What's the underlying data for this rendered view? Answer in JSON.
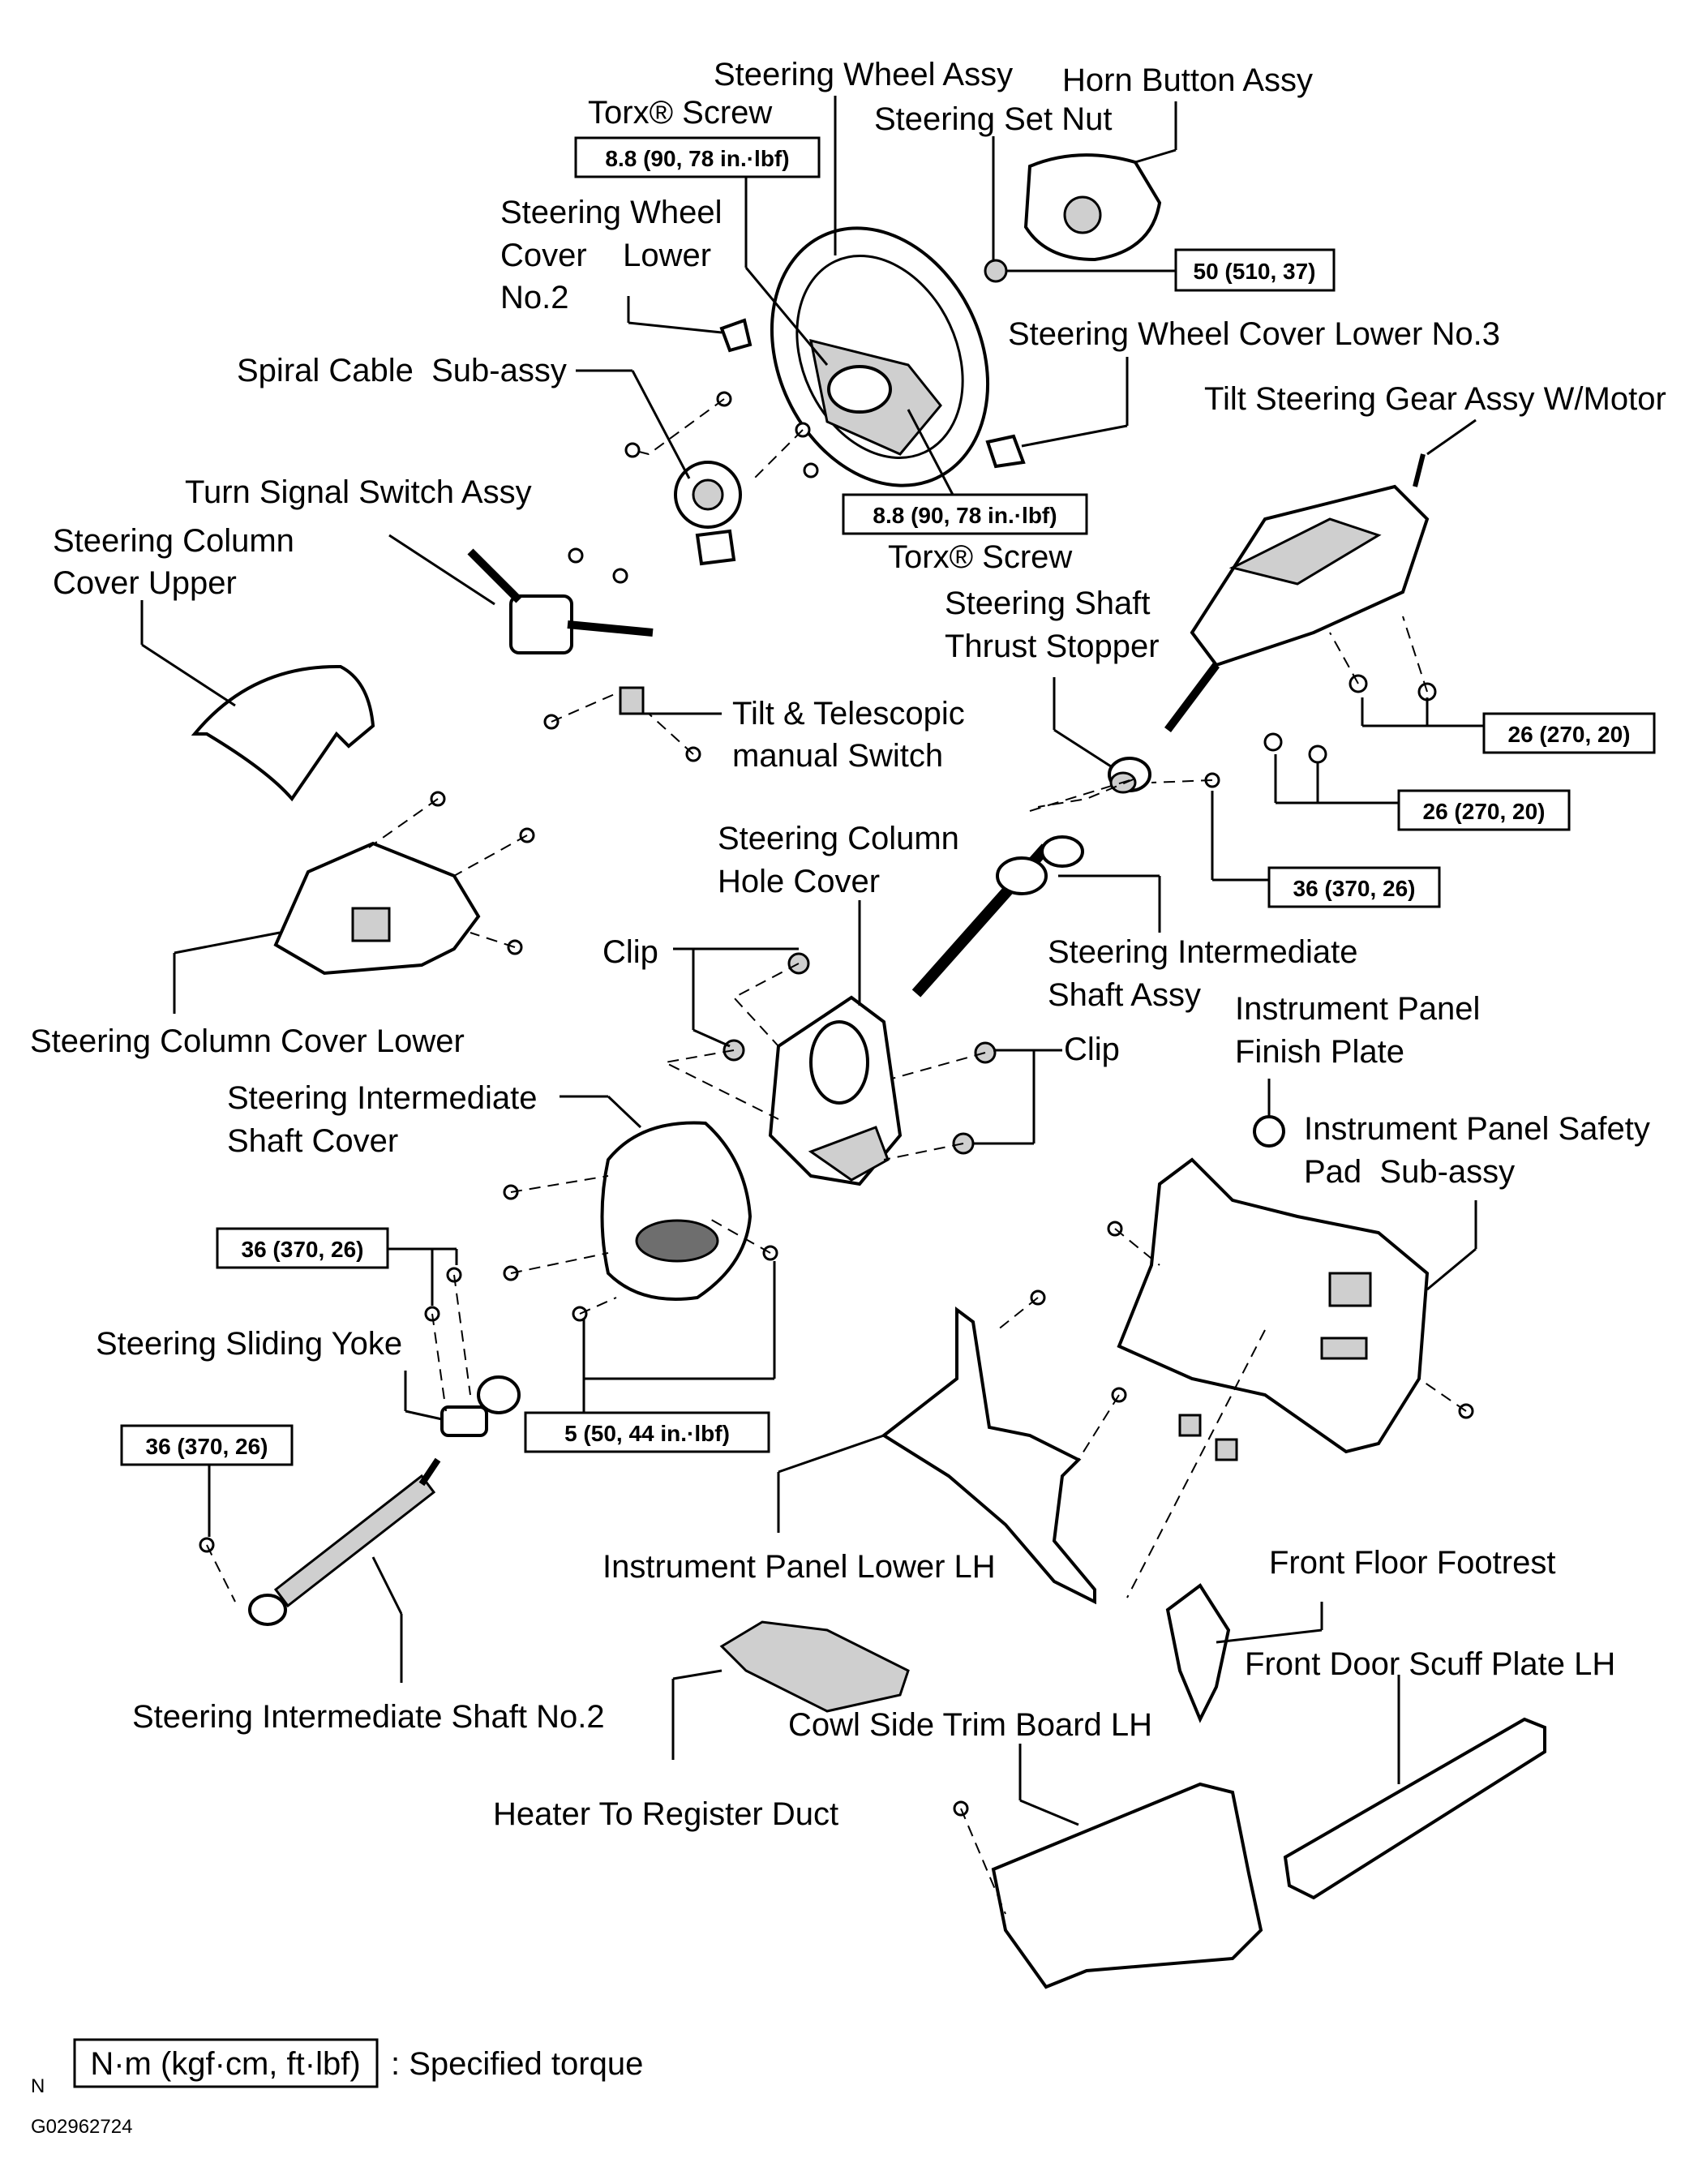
{
  "labels": {
    "steering_wheel_assy": "Steering Wheel Assy",
    "horn_button_assy": "Horn Button Assy",
    "torx_screw_top": "Torx® Screw",
    "steering_set_nut": "Steering Set Nut",
    "torque_torx_top": "8.8 (90, 78 in.·lbf)",
    "steering_wheel_cover_lower_no2": [
      "Steering Wheel",
      "Cover    Lower",
      "No.2"
    ],
    "torque_set_nut": "50 (510, 37)",
    "steering_wheel_cover_lower_no3": "Steering Wheel Cover Lower No.3",
    "spiral_cable_sub_assy": "Spiral Cable  Sub-assy",
    "tilt_steering_gear_assy": "Tilt Steering Gear Assy W/Motor",
    "turn_signal_switch_assy": "Turn Signal Switch Assy",
    "torque_torx_bottom": "8.8 (90, 78 in.·lbf)",
    "torx_screw_bottom": "Torx® Screw",
    "steering_column_cover_upper": [
      "Steering Column",
      "Cover Upper"
    ],
    "steering_shaft_thrust_stopper": [
      "Steering Shaft",
      "Thrust Stopper"
    ],
    "tilt_telescopic_switch": [
      "Tilt & Telescopic",
      "manual Switch"
    ],
    "torque_26_a": "26 (270, 20)",
    "torque_26_b": "26 (270, 20)",
    "torque_36_right": "36 (370, 26)",
    "steering_column_hole_cover": [
      "Steering Column",
      "Hole Cover"
    ],
    "clip_left": "Clip",
    "clip_right": "Clip",
    "steering_intermediate_shaft_assy": [
      "Steering Intermediate",
      "Shaft Assy"
    ],
    "instrument_panel_finish_plate": [
      "Instrument Panel",
      "Finish Plate"
    ],
    "steering_column_cover_lower": "Steering Column Cover Lower",
    "steering_intermediate_shaft_cover": [
      "Steering Intermediate",
      "Shaft Cover"
    ],
    "instrument_panel_safety_pad": [
      "Instrument Panel Safety",
      "Pad  Sub-assy"
    ],
    "torque_36_yoke": "36 (370, 26)",
    "steering_sliding_yoke": "Steering Sliding Yoke",
    "torque_5": "5 (50, 44 in.·lbf)",
    "torque_36_shaft2": "36 (370, 26)",
    "instrument_panel_lower_lh": "Instrument Panel Lower LH",
    "front_floor_footrest": "Front Floor Footrest",
    "steering_intermediate_shaft_no2": "Steering Intermediate Shaft No.2",
    "cowl_side_trim_board_lh": "Cowl Side Trim Board LH",
    "front_door_scuff_plate_lh": "Front Door Scuff Plate LH",
    "heater_to_register_duct": "Heater To Register Duct"
  },
  "legend": {
    "unit_box": "N·m (kgf·cm, ft·lbf)",
    "description": ": Specified torque"
  },
  "corner": {
    "mark": "N",
    "figure_id": "G02962724"
  }
}
